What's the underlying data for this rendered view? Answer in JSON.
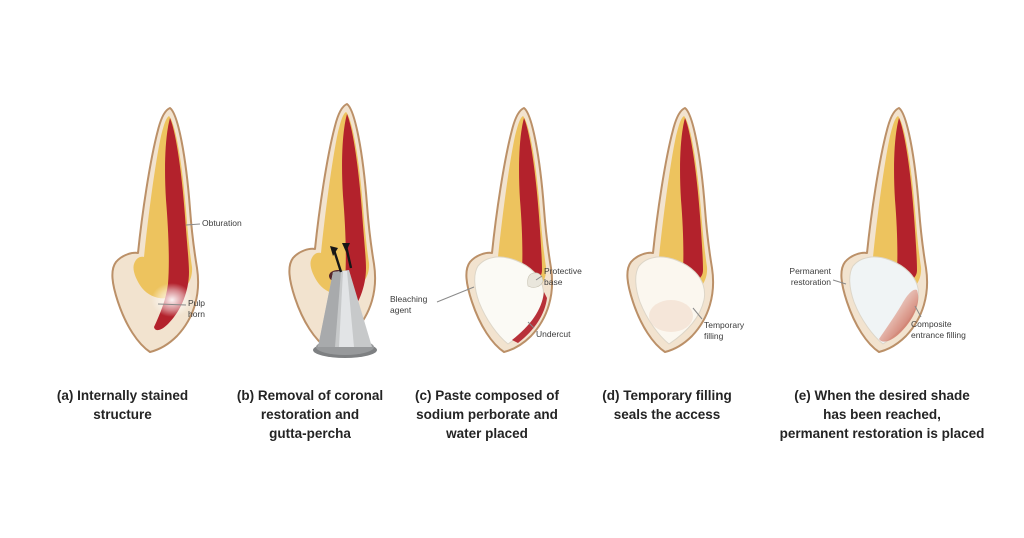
{
  "figure": {
    "subject": "internal tooth bleaching procedure steps",
    "background_color": "#ffffff"
  },
  "colors": {
    "enamel": "#f2e3cf",
    "outline": "#bb9068",
    "dentin": "#edc35e",
    "pulp": "#b3222c",
    "cavity_white": "#fbfaf5",
    "metal": "#b7b9bb",
    "label_text": "#3c3c3c",
    "caption_text": "#242424",
    "leader_line": "#8a8a8a"
  },
  "panels": [
    {
      "id": "a",
      "caption_lines": [
        "(a) Internally stained",
        "structure"
      ],
      "labels": {
        "obturation": "Obturation",
        "pulp_horn": "Pulp horn"
      }
    },
    {
      "id": "b",
      "caption_lines": [
        "(b) Removal of coronal",
        "restoration and",
        "gutta-percha"
      ],
      "labels": {}
    },
    {
      "id": "c",
      "caption_lines": [
        "(c) Paste composed of",
        "sodium perborate and",
        "water placed"
      ],
      "labels": {
        "bleaching_agent": "Bleaching agent",
        "protective_base": "Protective base",
        "undercut": "Undercut"
      }
    },
    {
      "id": "d",
      "caption_lines": [
        "(d) Temporary filling",
        "seals the access"
      ],
      "labels": {
        "temporary_filling": "Temporary filling"
      }
    },
    {
      "id": "e",
      "caption_lines": [
        "(e) When the desired shade",
        "has been reached,",
        "permanent restoration is placed"
      ],
      "labels": {
        "permanent_restoration": "Permanent restoration",
        "composite_entrance_filling": "Composite entrance filling"
      }
    }
  ]
}
